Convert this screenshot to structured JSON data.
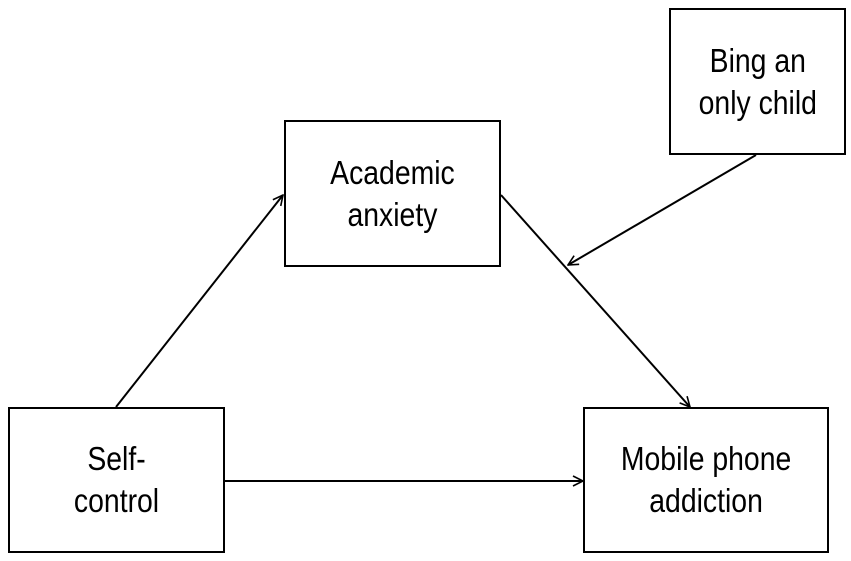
{
  "diagram": {
    "line_color": "#000000",
    "nodes": {
      "self_control": {
        "line1": "Self-",
        "line2": "control"
      },
      "academic_anxiety": {
        "line1": "Academic",
        "line2": "anxiety"
      },
      "mobile_phone_addiction": {
        "line1": "Mobile phone",
        "line2": "addiction"
      },
      "only_child": {
        "line1": "Bing an",
        "line2": "only child"
      }
    },
    "edges": [
      {
        "from": "self_control",
        "to": "academic_anxiety",
        "kind": "path"
      },
      {
        "from": "academic_anxiety",
        "to": "mobile_phone_addiction",
        "kind": "path"
      },
      {
        "from": "self_control",
        "to": "mobile_phone_addiction",
        "kind": "path"
      },
      {
        "from": "only_child",
        "to": "academic_anxiety_to_mobile_phone_addiction_path",
        "kind": "moderation"
      }
    ]
  }
}
